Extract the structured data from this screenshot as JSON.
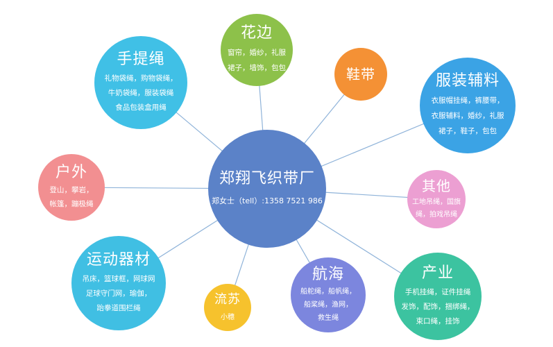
{
  "center": {
    "title": "郑翔飞织带厂",
    "contact": "郑女士（tell）:1358 7521 986"
  },
  "nodes": {
    "shoutisheng": {
      "title": "手提绳",
      "lines": [
        "礼物袋绳，购物袋绳，",
        "牛奶袋绳，服装袋绳",
        "食品包装盒用绳"
      ]
    },
    "huabian": {
      "title": "花边",
      "lines": [
        "窗帘，婚纱，礼服",
        "裙子，墙饰，包包"
      ]
    },
    "xiedai": {
      "title": "鞋带",
      "lines": []
    },
    "fuzhuang": {
      "title": "服装辅料",
      "lines": [
        "衣服帽挂绳，裤腰带，",
        "衣服辅料，婚纱，礼服",
        "裙子，鞋子，包包"
      ]
    },
    "huwai": {
      "title": "户外",
      "lines": [
        "登山，攀岩，",
        "帐篷，蹦极绳"
      ]
    },
    "qita": {
      "title": "其他",
      "lines": [
        "工地吊绳，国旗",
        "绳，拍戏吊绳"
      ]
    },
    "yundong": {
      "title": "运动器材",
      "lines": [
        "吊床，篮球框，网球网",
        "足球守门网，瑜伽，",
        "跆拳道围栏绳"
      ]
    },
    "liusu": {
      "title": "流苏",
      "lines": [
        "小穗"
      ]
    },
    "hanghai": {
      "title": "航海",
      "lines": [
        "船舵绳，船帆绳，",
        "船桨绳，渔网，",
        "救生绳"
      ]
    },
    "chanye": {
      "title": "产业",
      "lines": [
        "手机挂绳，证件挂绳",
        "发饰，配饰，捆绑绳，",
        "束口绳，挂饰"
      ]
    }
  },
  "colors": {
    "center": "#5b82c8",
    "shoutisheng": "#40c0e6",
    "huabian": "#8dc14a",
    "xiedai": "#f49135",
    "fuzhuang": "#3ba3e5",
    "huwai": "#f28f91",
    "qita": "#ec9fd2",
    "yundong": "#40bfe3",
    "liusu": "#f6c22d",
    "hanghai": "#7c86de",
    "chanye": "#3cc3a0",
    "connector": "#8fb3d9"
  }
}
